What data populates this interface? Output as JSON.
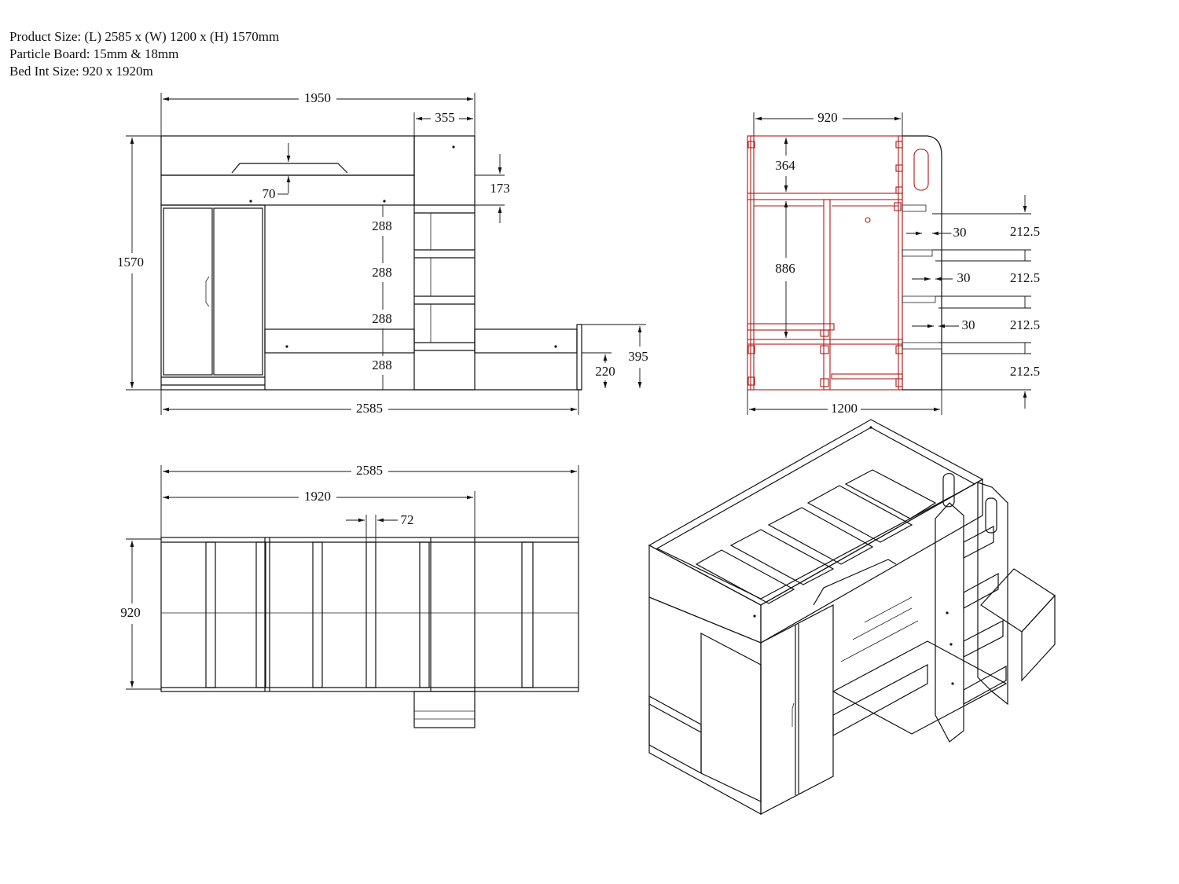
{
  "specs": {
    "product_size": "Product Size: (L) 2585 x (W) 1200 x (H) 1570mm",
    "particle_board": "Particle Board: 15mm & 18mm",
    "bed_int_size": "Bed Int Size: 920 x 1920m"
  },
  "front_view": {
    "dims": {
      "top_width": "1950",
      "ladder_width": "355",
      "guard_height": "173",
      "dip": "70",
      "height": "1570",
      "step1": "288",
      "step2": "288",
      "step3": "288",
      "step4": "288",
      "drawer_height": "220",
      "drawer_top": "395",
      "total_length": "2585"
    }
  },
  "side_view": {
    "dims": {
      "inner_width": "920",
      "guard": "364",
      "lower_height": "886",
      "total_width": "1200",
      "offset1": "30",
      "offset2": "30",
      "offset3": "30",
      "rise1": "212.5",
      "rise2": "212.5",
      "rise3": "212.5",
      "rise4": "212.5"
    }
  },
  "top_view": {
    "dims": {
      "total_length": "2585",
      "bed_length": "1920",
      "slat_width": "72",
      "width": "920"
    }
  },
  "colors": {
    "line": "#111111",
    "highlight": "#b01818"
  }
}
